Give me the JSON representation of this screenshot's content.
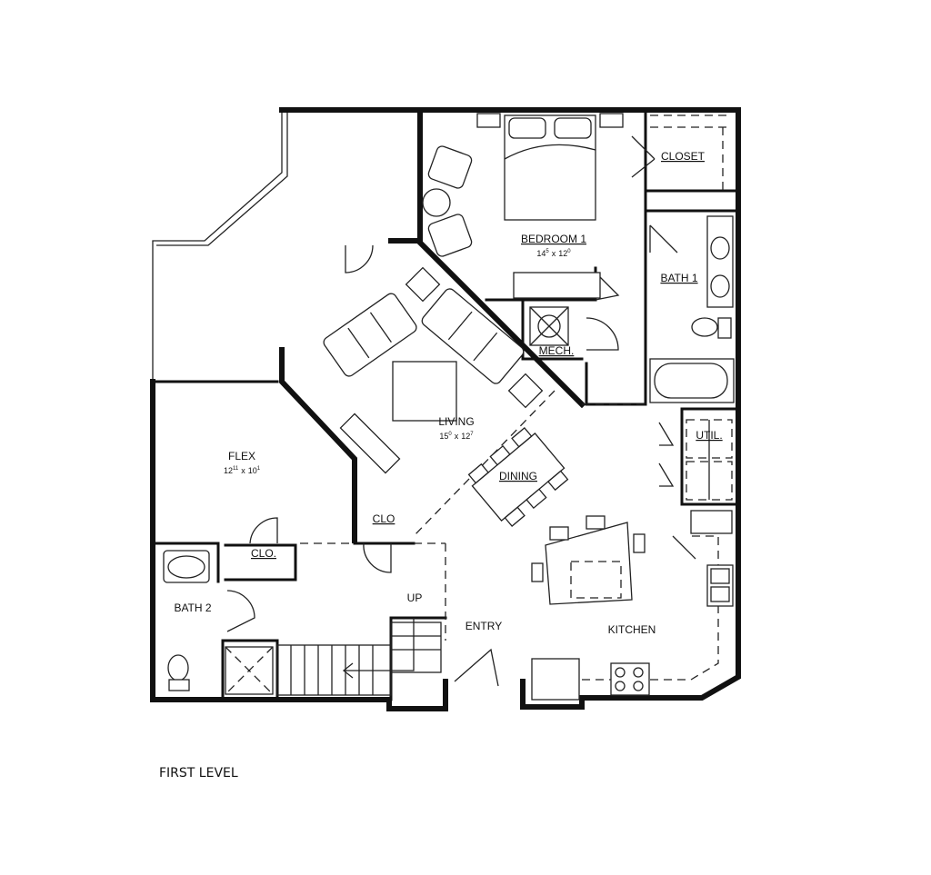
{
  "rooms": {
    "bedroom1": {
      "name": "BEDROOM 1",
      "w_ft": "14",
      "w_in": "5",
      "sep": "x",
      "d_ft": "12",
      "d_in": "0"
    },
    "closet": {
      "name": "CLOSET"
    },
    "bath1": {
      "name": "BATH 1"
    },
    "mech": {
      "name": "MECH."
    },
    "living": {
      "name": "LIVING",
      "w_ft": "15",
      "w_in": "0",
      "sep": "x",
      "d_ft": "12",
      "d_in": "7"
    },
    "dining": {
      "name": "DINING"
    },
    "util": {
      "name": "UTIL."
    },
    "flex": {
      "name": "FLEX",
      "w_ft": "12",
      "w_in": "11",
      "sep": "x",
      "d_ft": "10",
      "d_in": "1"
    },
    "clo_small": {
      "name": "CLO"
    },
    "clo_hall": {
      "name": "CLO."
    },
    "bath2": {
      "name": "BATH 2"
    },
    "up": {
      "name": "UP"
    },
    "entry": {
      "name": "ENTRY"
    },
    "kitchen": {
      "name": "KITCHEN"
    }
  },
  "caption": "FIRST LEVEL"
}
